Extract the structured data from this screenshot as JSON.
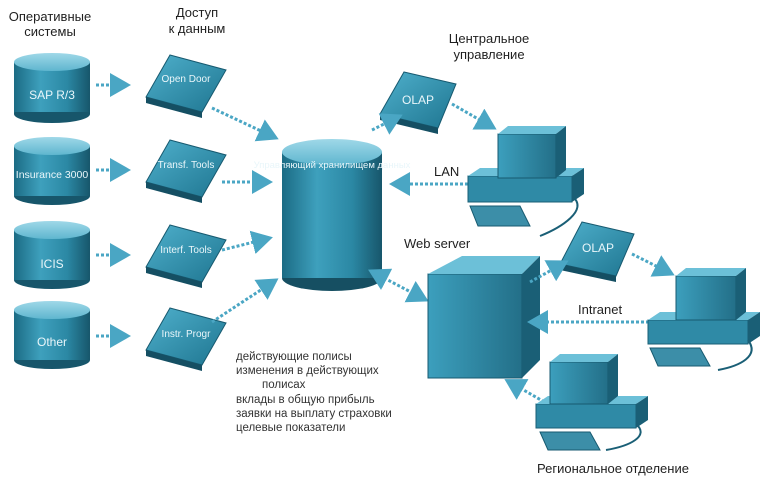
{
  "headings": {
    "sources_line1": "Оперативные",
    "sources_line2": "системы",
    "access_line1": "Доступ",
    "access_line2": "к данным",
    "central_line1": "Центральное",
    "central_line2": "управление"
  },
  "sources": [
    "SAP R/3",
    "Insurance 3000",
    "ICIS",
    "Other"
  ],
  "access": [
    "Open Door",
    "Transf. Tools",
    "Interf. Tools",
    "Instr. Progr"
  ],
  "warehouse_label": "Управляющий хранилищем данных",
  "olap_top": "OLAP",
  "olap_right": "OLAP",
  "lan_label": "LAN",
  "web_server_label": "Web server",
  "intranet_label": "Intranet",
  "regional_label": "Региональное отделение",
  "notes": [
    "действующие полисы",
    "изменения в действующих",
    "полисах",
    "вклады в общую прибыль",
    "заявки на выплату страховки",
    "целевые показатели"
  ],
  "colors": {
    "primary": "#2f8aa6",
    "primary_dark": "#1a5f76",
    "primary_light": "#6cc0d8",
    "arrow": "#4aa6c4"
  }
}
